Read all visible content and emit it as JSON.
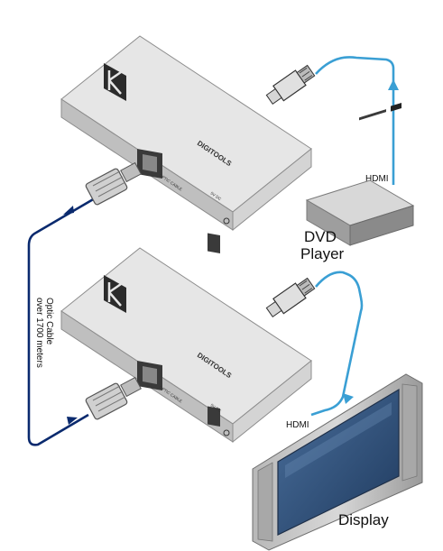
{
  "labels": {
    "optic_cable_line1": "Optic Cable",
    "optic_cable_line2": "over 1700 meters",
    "hdmi_top": "HDMI",
    "hdmi_bottom": "HDMI",
    "dvd_line1": "DVD",
    "dvd_line2": "Player",
    "display": "Display",
    "brand_top": "DIGITOOLS",
    "brand_bottom": "DIGITOOLS",
    "port_label_top": "OPTIC CABLE",
    "port_label_bottom": "OPTIC CABLE",
    "power_top": "5V DC",
    "power_bottom": "5V DC"
  },
  "colors": {
    "hdmi_cable": "#3a9fd4",
    "optic_cable": "#0a2a6e",
    "device_top": "#e4e4e4",
    "device_side": "#c9c9c9",
    "device_front": "#bdbdbd",
    "display_frame": "#9a9a9a",
    "display_screen": "#2f4f78"
  }
}
